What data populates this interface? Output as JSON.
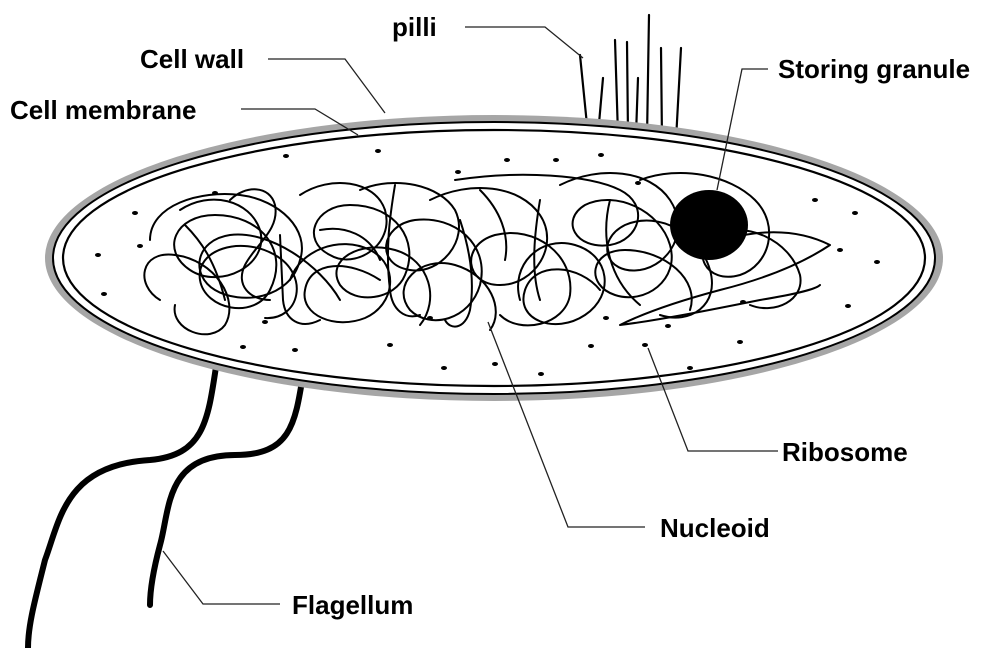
{
  "labels": {
    "pilli": "pilli",
    "cell_wall": "Cell wall",
    "cell_membrane": "Cell membrane",
    "storing_granule": "Storing granule",
    "ribosome": "Ribosome",
    "nucleoid": "Nucleoid",
    "flagellum": "Flagellum"
  },
  "colors": {
    "cell_wall": "#a6a6a6",
    "outline": "#000000",
    "background": "#ffffff",
    "granule": "#000000"
  }
}
